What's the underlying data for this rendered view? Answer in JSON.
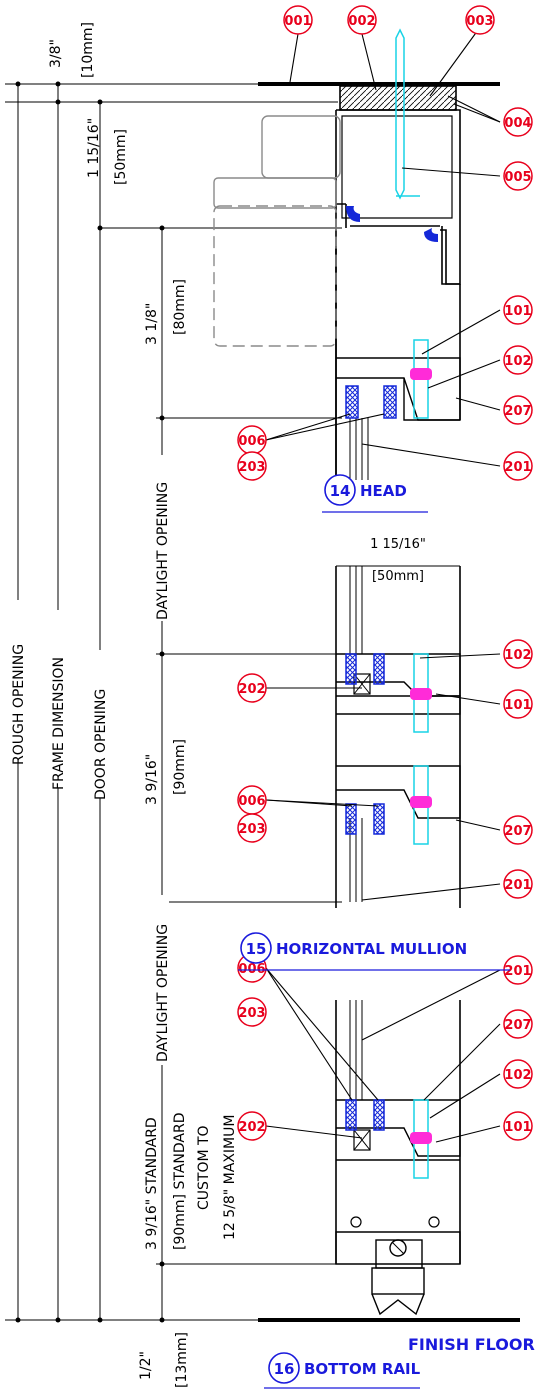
{
  "callouts": [
    {
      "id": "001"
    },
    {
      "id": "002"
    },
    {
      "id": "003"
    },
    {
      "id": "004"
    },
    {
      "id": "005"
    },
    {
      "id": "101"
    },
    {
      "id": "102"
    },
    {
      "id": "207"
    },
    {
      "id": "006"
    },
    {
      "id": "201"
    },
    {
      "id": "203"
    },
    {
      "id": "102"
    },
    {
      "id": "202"
    },
    {
      "id": "101"
    },
    {
      "id": "006"
    },
    {
      "id": "207"
    },
    {
      "id": "203"
    },
    {
      "id": "201"
    },
    {
      "id": "006"
    },
    {
      "id": "201"
    },
    {
      "id": "207"
    },
    {
      "id": "203"
    },
    {
      "id": "202"
    },
    {
      "id": "102"
    },
    {
      "id": "101"
    }
  ],
  "sections": [
    {
      "number": "14",
      "title": "HEAD"
    },
    {
      "number": "15",
      "title": "HORIZONTAL MULLION"
    },
    {
      "number": "16",
      "title": "BOTTOM RAIL"
    }
  ],
  "labels": {
    "rough_opening": "ROUGH OPENING",
    "frame_dimension": "FRAME DIMENSION",
    "door_opening": "DOOR OPENING",
    "daylight_1": "DAYLIGHT OPENING",
    "daylight_2": "DAYLIGHT OPENING",
    "finish_floor": "FINISH FLOOR"
  },
  "dimensions": {
    "top_imperial": "3/8\"",
    "top_metric": "[10mm]",
    "head_frame_imperial": "1 15/16\"",
    "head_frame_metric": "[50mm]",
    "head_rail_imperial": "3 1/8\"",
    "head_rail_metric": "[80mm]",
    "mullion_depth_imperial": "1 15/16\"",
    "mullion_depth_metric": "[50mm]",
    "mullion_imperial": "3 9/16\"",
    "mullion_metric": "[90mm]",
    "bottom_imperial": "3 9/16\" STANDARD",
    "bottom_line2": "[90mm] STANDARD",
    "bottom_line3": "CUSTOM TO",
    "bottom_line4": "12 5/8\" MAXIMUM",
    "floor_gap_imperial": "1/2\"",
    "floor_gap_metric": "[13mm]"
  },
  "colors": {
    "callout": "#e8001c",
    "section": "#1a1adc",
    "gasket": "#1428d8",
    "screw": "#19d3e6",
    "anchor": "#ff2bd8",
    "line": "#000000",
    "ghost": "#8a8a8a"
  }
}
